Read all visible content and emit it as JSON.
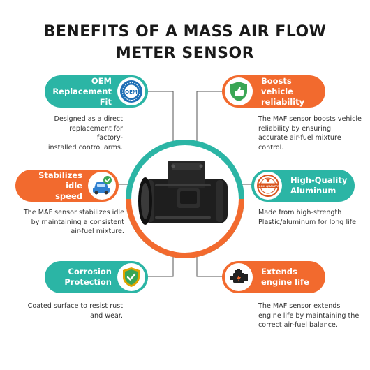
{
  "title": {
    "line1": "BENEFITS OF A MASS AIR FLOW",
    "line2": "METER SENSOR"
  },
  "colors": {
    "teal": "#2bb5a5",
    "orange": "#f26a2e",
    "line": "#555555"
  },
  "product": {
    "icon": "mass-air-flow-sensor"
  },
  "benefits": [
    {
      "label_line1": "OEM",
      "label_line2": "Replacement Fit",
      "badge_text": "OEM",
      "icon": "oem-seal-icon",
      "desc": [
        "Designed as a direct",
        "replacement for factory-",
        "installed control arms."
      ]
    },
    {
      "label_line1": "Boosts vehicle",
      "label_line2": "reliability",
      "icon": "thumbs-up-shield-icon",
      "desc": [
        "The MAF sensor boosts vehicle",
        "reliability by ensuring",
        "accurate air-fuel mixture",
        "control."
      ]
    },
    {
      "label_line1": "Stabilizes idle",
      "label_line2": "speed",
      "icon": "car-check-icon",
      "desc": [
        "The MAF sensor stabilizes idle",
        "by maintaining a consistent",
        "air-fuel mixture."
      ]
    },
    {
      "label_line1": "High-Quality",
      "label_line2": "Aluminum",
      "badge_text": "HIGH QUALITY",
      "icon": "high-quality-stamp-icon",
      "desc": [
        "Made from high-strength",
        "Plastic/aluminum for long life."
      ]
    },
    {
      "label_line1": "Corrosion",
      "label_line2": "Protection",
      "icon": "shield-check-icon",
      "desc": [
        "Coated surface to resist rust",
        "and wear."
      ]
    },
    {
      "label_line1": "Extends",
      "label_line2": "engine life",
      "icon": "engine-icon",
      "desc": [
        "The MAF sensor extends",
        "engine life by maintaining the",
        "correct air-fuel balance."
      ]
    }
  ]
}
